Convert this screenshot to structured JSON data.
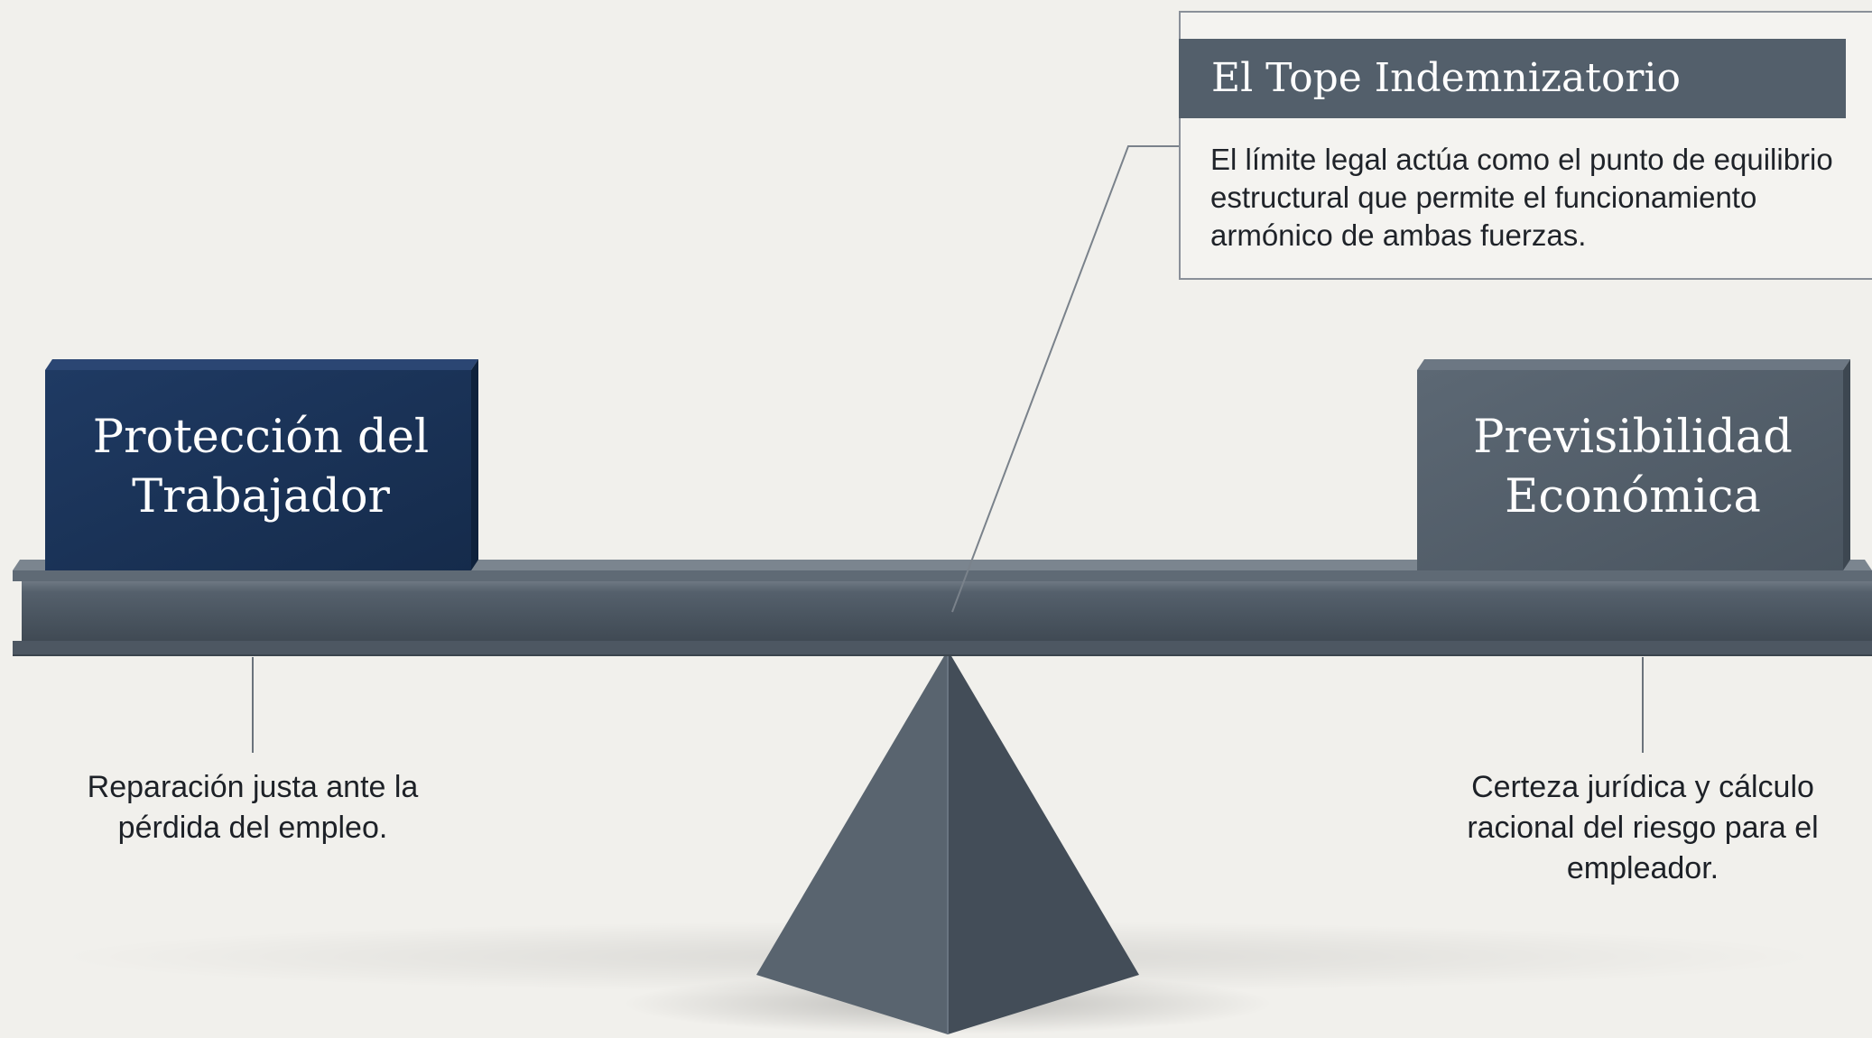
{
  "callout": {
    "title": "El Tope Indemnizatorio",
    "body": "El límite legal actúa como el punto de equilibrio estructural que permite el funcionamiento armónico de ambas fuerzas."
  },
  "left_block": {
    "label": "Protección del Trabajador",
    "description": "Reparación justa ante la pérdida del empleo."
  },
  "right_block": {
    "label": "Previsibilidad Económica",
    "description": "Certeza jurídica y cálculo racional del riesgo para el empleador."
  },
  "colors": {
    "background": "#f1f0ec",
    "left_block": "#1b3459",
    "right_block": "#535f6b",
    "beam": "#5b6673",
    "fulcrum": "#4f5a66",
    "callout_header": "#535f6b"
  }
}
